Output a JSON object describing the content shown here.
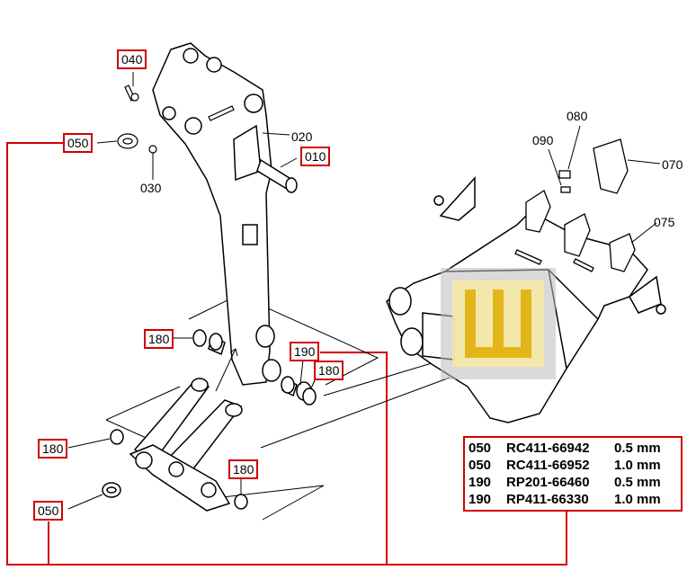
{
  "labels": {
    "l040": "040",
    "l050a": "050",
    "l010": "010",
    "l020": "020",
    "l030": "030",
    "l080": "080",
    "l090": "090",
    "l070": "070",
    "l075": "075",
    "l180a": "180",
    "l190": "190",
    "l180b": "180",
    "l180c": "180",
    "l180d": "180",
    "l050b": "050"
  },
  "parts_table": [
    {
      "ref": "050",
      "part": "RC411-66942",
      "size": "0.5 mm"
    },
    {
      "ref": "050",
      "part": "RC411-66952",
      "size": "1.0 mm"
    },
    {
      "ref": "190",
      "part": "RP201-66460",
      "size": "0.5 mm"
    },
    {
      "ref": "190",
      "part": "RP411-66330",
      "size": "1.0 mm"
    }
  ],
  "logo_text": "Ш",
  "colors": {
    "highlight": "#d00000",
    "logo_bg": "#f6e8a6",
    "logo_fg": "#e2b619"
  }
}
